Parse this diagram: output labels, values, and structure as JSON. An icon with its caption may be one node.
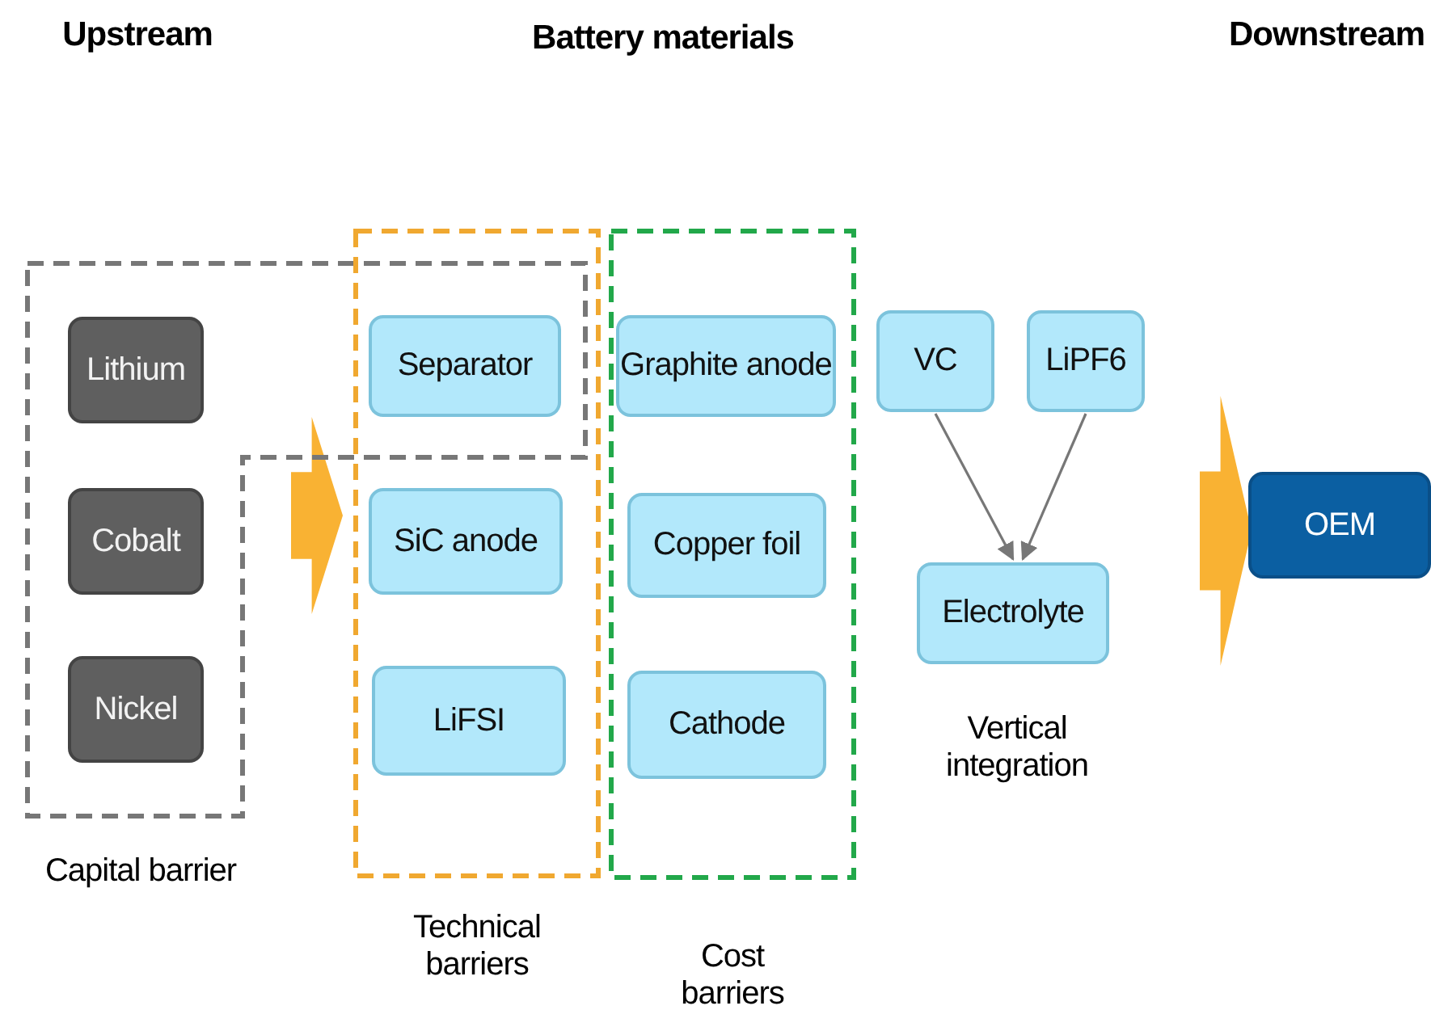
{
  "diagram": {
    "nodes": [
      {
        "text": [
          "Capital barrier"
        ]
      },
      {
        "text": [
          "Lithium"
        ],
        "in": 0
      },
      {
        "text": [
          "Cobalt"
        ],
        "in": 0
      },
      {
        "text": [
          "Nickel"
        ],
        "in": 0
      },
      {
        "text": [
          "Technical barriers"
        ]
      },
      {
        "text": [
          "Separator"
        ],
        "in": 4
      },
      {
        "text": [
          "SiC anode"
        ],
        "in": 4
      },
      {
        "text": [
          "LiFSI"
        ],
        "in": 4
      },
      {
        "text": [
          "Cost barriers"
        ]
      },
      {
        "text": [
          "Graphite anode"
        ],
        "in": 8
      },
      {
        "text": [
          "Copper foil"
        ],
        "in": 8
      },
      {
        "text": [
          "Cathode"
        ],
        "in": 8
      },
      {
        "text": [
          "VC"
        ]
      },
      {
        "text": [
          "LiPF6"
        ]
      },
      {
        "text": [
          "Electrolyte"
        ]
      },
      {
        "text": [
          "OEM"
        ]
      }
    ],
    "edges": [
      {
        "from": 0,
        "to": 4,
        "arrow": "to",
        "style": "thick",
        "color": "#f9b233"
      },
      {
        "from": 12,
        "to": 14,
        "arrow": "to"
      },
      {
        "from": 13,
        "to": 14,
        "arrow": "to"
      },
      {
        "from": null,
        "to": 15,
        "arrow": "to",
        "style": "thick",
        "color": "#f9b233"
      }
    ],
    "labels": [
      "Upstream",
      "Battery materials",
      "Downstream",
      "Vertical integration"
    ]
  }
}
